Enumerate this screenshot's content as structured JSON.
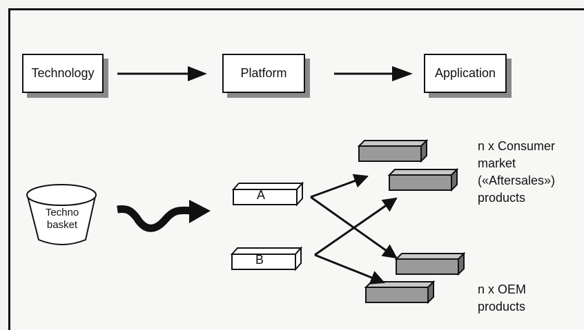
{
  "boxes": {
    "technology": "Technology",
    "platform": "Platform",
    "application": "Application"
  },
  "basket": {
    "label_line1": "Techno",
    "label_line2": "basket"
  },
  "platforms": {
    "a": "A",
    "b": "B"
  },
  "products": {
    "consumer_line1": "n x Consumer",
    "consumer_line2": "market",
    "consumer_line3": "(«Aftersales»)",
    "consumer_line4": "products",
    "oem_line1": "n x OEM",
    "oem_line2": "products"
  },
  "colors": {
    "ink": "#111111",
    "shadow": "#8a8a8a",
    "product_fill": "#9a9a9a"
  }
}
